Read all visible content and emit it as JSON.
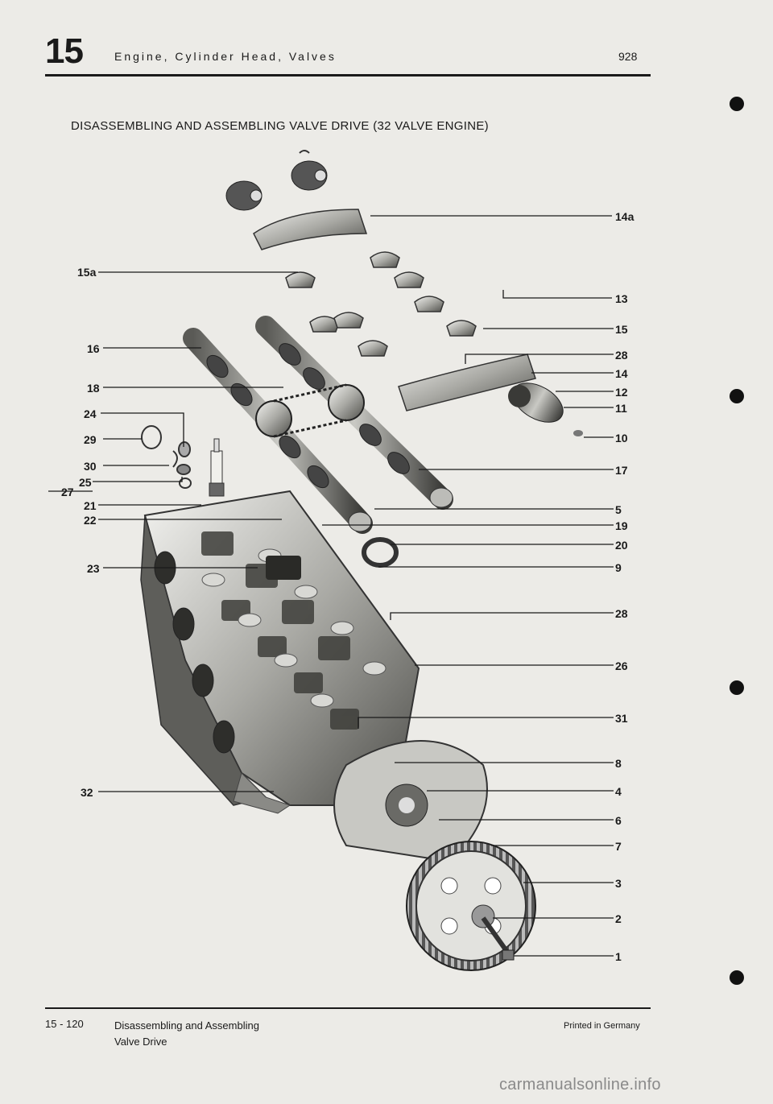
{
  "header": {
    "section_number": "15",
    "section_title": "Engine, Cylinder Head, Valves",
    "model": "928"
  },
  "heading": "DISASSEMBLING AND ASSEMBLING VALVE DRIVE (32 VALVE ENGINE)",
  "callouts": {
    "left": [
      "15a",
      "16",
      "18",
      "24",
      "29",
      "30",
      "25",
      "27",
      "21",
      "22",
      "23",
      "32"
    ],
    "right": [
      "14a",
      "13",
      "15",
      "28",
      "14",
      "12",
      "11",
      "10",
      "17",
      "5",
      "19",
      "20",
      "9",
      "28",
      "26",
      "31",
      "8",
      "4",
      "6",
      "7",
      "3",
      "2",
      "1"
    ]
  },
  "footer": {
    "page_number": "15 - 120",
    "title_line1": "Disassembling and Assembling",
    "title_line2": "Valve Drive",
    "printed": "Printed in Germany"
  },
  "watermark": "carmanualsonline.info"
}
